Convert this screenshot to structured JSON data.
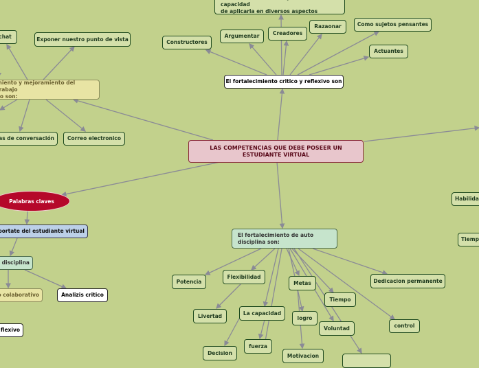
{
  "central": "LAS COMPETENCIAS QUE DEBE POSEER UN\nESTUDIANTE VIRTUAL",
  "critico": {
    "title": "El fortalecimiento critico y reflexivo son",
    "items": [
      "Información la analiza y esta en capacidad\nde aplicarla en diversos aspectos",
      "Constructores",
      "Argumentar",
      "Creadores",
      "Razaonar",
      "Como sujetos pensantes",
      "Actuantes"
    ]
  },
  "trabajo": {
    "title": "miento y mejoramiento del trabajo\nvo son:",
    "items": [
      "chat",
      "Exponer nuestro punto de vista",
      "las de conversación",
      "Correo electronico"
    ]
  },
  "palabras": {
    "title": "Palabras claves",
    "items": [
      "mportate del estudiante virtual",
      "disciplina",
      "o colaborativo",
      "Analizis critico",
      "flexivo"
    ]
  },
  "right": [
    "Habilida",
    "Tiemp"
  ],
  "auto": {
    "title": "El fortalecimiento de auto\ndisciplina  son:",
    "items": [
      "Potencia",
      "Flexibilidad",
      "Metas",
      "Dedicacion permanente",
      "Tiempo",
      "Livertad",
      "La capacidad",
      "logro",
      "Voluntad",
      "control",
      "Decision",
      "fuerza",
      "Motivacion",
      ""
    ]
  }
}
